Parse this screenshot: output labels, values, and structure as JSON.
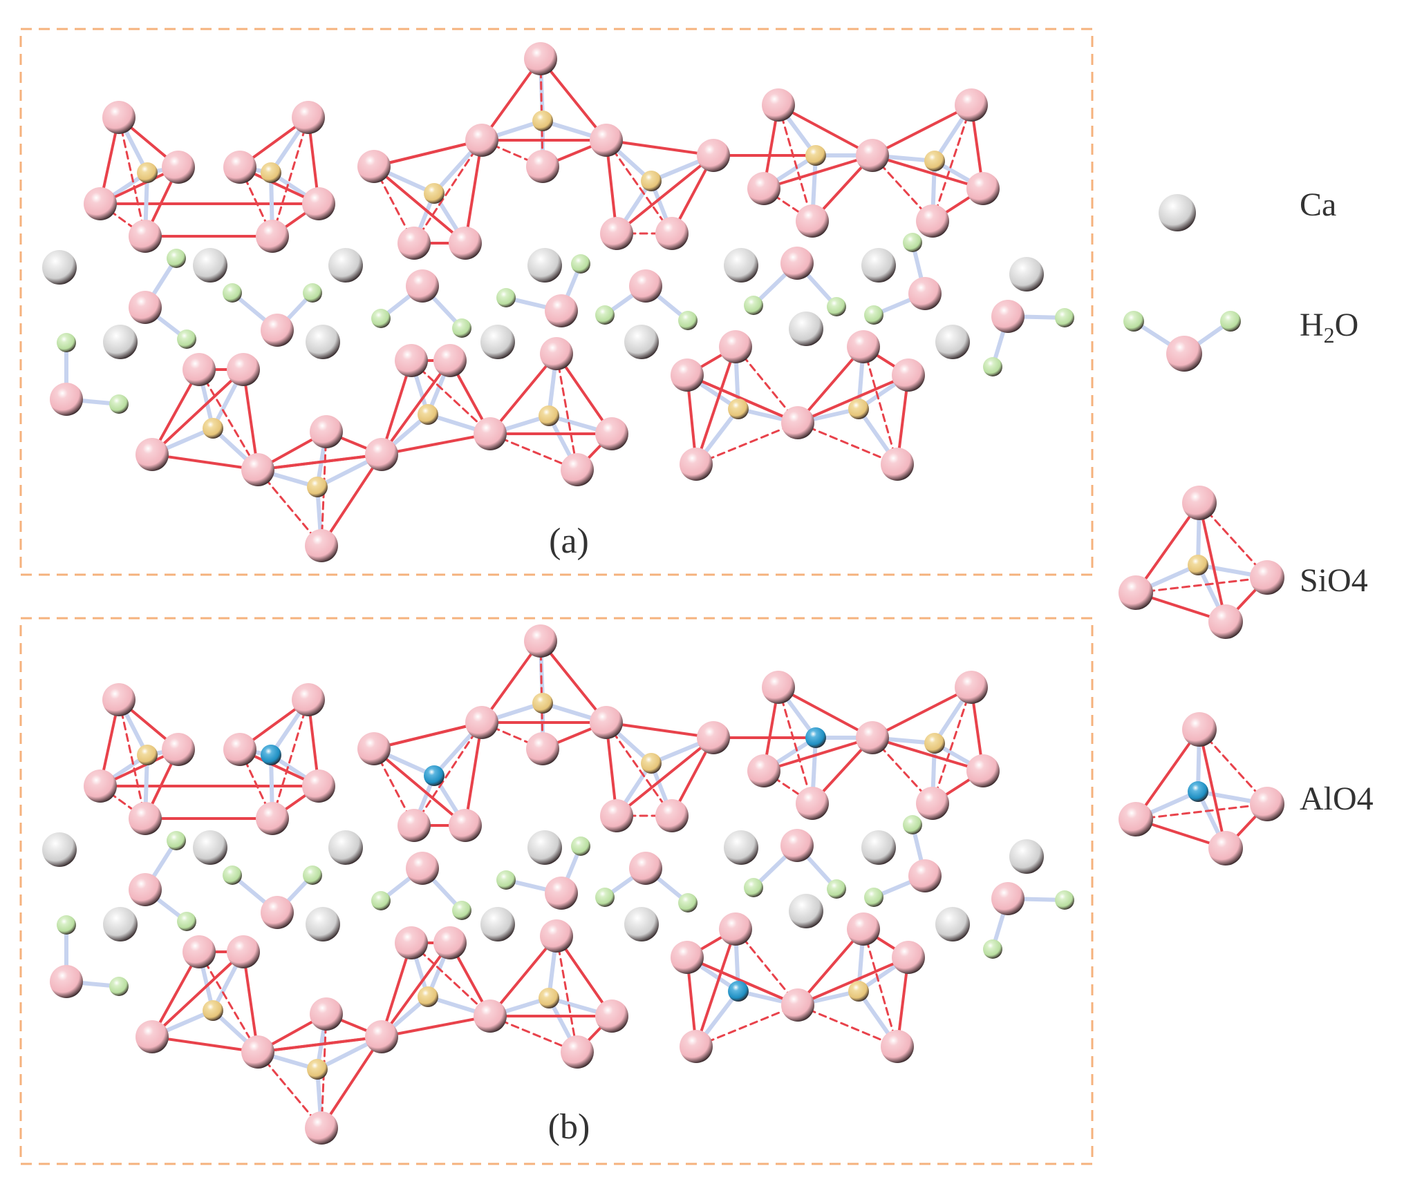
{
  "panels": [
    {
      "id": "a",
      "label": "(a)",
      "substituted": []
    },
    {
      "id": "b",
      "label": "(b)",
      "substituted": [
        1,
        3,
        5,
        11
      ]
    }
  ],
  "legend": [
    {
      "key": "ca",
      "label": "Ca"
    },
    {
      "key": "h2o",
      "label_main": "H",
      "label_sub": "2",
      "label_tail": "O"
    },
    {
      "key": "sio4",
      "label": "SiO4"
    },
    {
      "key": "alo4",
      "label": "AlO4"
    }
  ],
  "colors": {
    "frame": "#f5b27d",
    "oxygen": "#f2b6bf",
    "silicon": "#e6c57a",
    "aluminum": "#1f8fc2",
    "calcium": "#cfcfcf",
    "hydrogen": "#b9dea0",
    "bond_red": "#e8424b",
    "bond_blue": "#c7d3ef",
    "text": "#333333"
  },
  "icons": {
    "oxygen": "pink-sphere-icon",
    "silicon": "gold-sphere-icon",
    "aluminum": "blue-sphere-icon",
    "calcium": "gray-sphere-icon",
    "hydrogen": "green-sphere-icon"
  }
}
